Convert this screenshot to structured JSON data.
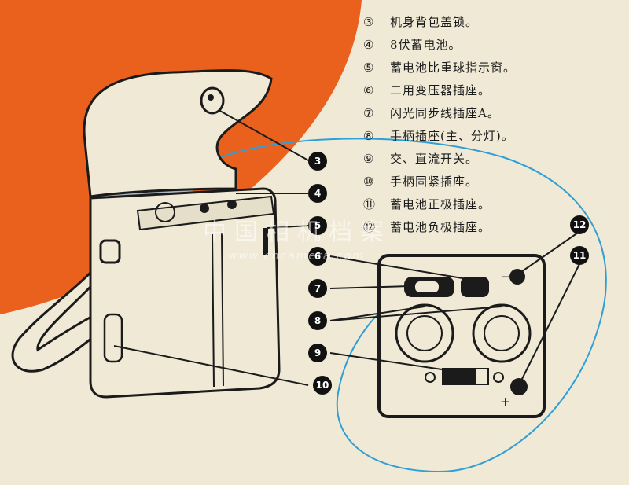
{
  "corner_mark": "¿",
  "watermark": {
    "text_cn": "中国相机档案",
    "text_en": "www.cncamera.com"
  },
  "legend": [
    {
      "num": "③",
      "text": "机身背包盖锁。"
    },
    {
      "num": "④",
      "text": "8伏蓄电池。"
    },
    {
      "num": "⑤",
      "text": "蓄电池比重球指示窗。"
    },
    {
      "num": "⑥",
      "text": "二用变压器插座。"
    },
    {
      "num": "⑦",
      "text": "闪光同步线插座A。"
    },
    {
      "num": "⑧",
      "text": "手柄插座(主、分灯)。"
    },
    {
      "num": "⑨",
      "text": "交、直流开关。"
    },
    {
      "num": "⑩",
      "text": "手柄固紧插座。"
    },
    {
      "num": "⑪",
      "text": "蓄电池正极插座。"
    },
    {
      "num": "⑫",
      "text": "蓄电池负极插座。"
    }
  ],
  "callouts": [
    "3",
    "4",
    "5",
    "6",
    "7",
    "8",
    "9",
    "10",
    "11",
    "12"
  ],
  "panel_symbols": {
    "minus": "−",
    "plus": "+"
  },
  "colors": {
    "background": "#efe9d6",
    "orange": "#e9611d",
    "blue": "#2f9fd6",
    "ink": "#1b1b1b"
  }
}
